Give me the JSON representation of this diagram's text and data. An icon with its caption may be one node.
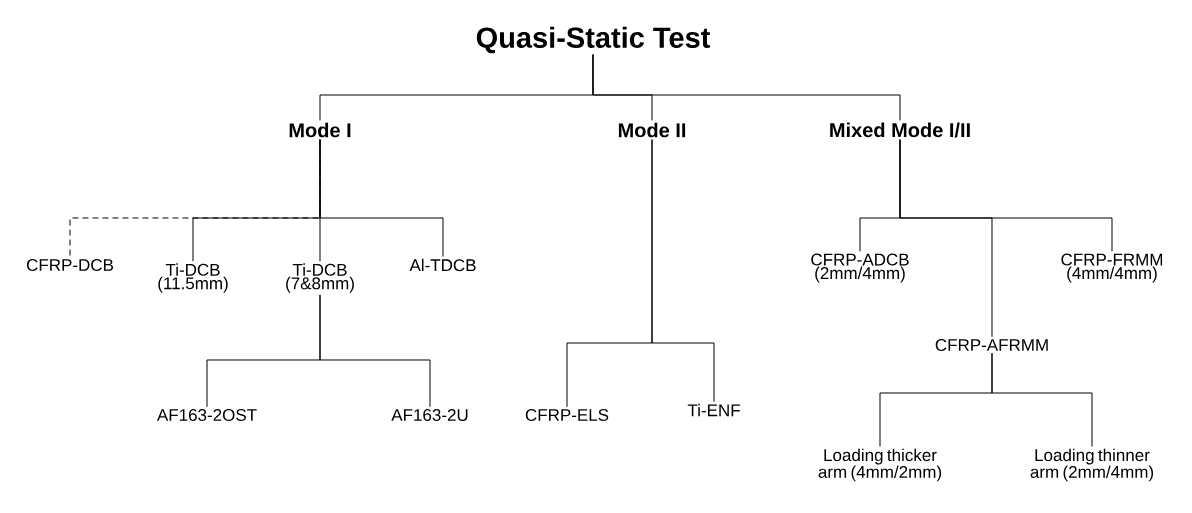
{
  "diagram": {
    "title": "Quasi-Static Test",
    "nodes": [
      {
        "text": [
          "Mode I"
        ]
      },
      {
        "text": [
          "Mode II"
        ]
      },
      {
        "text": [
          "Mixed Mode I/II"
        ]
      },
      {
        "text": [
          "CFRP-DCB"
        ]
      },
      {
        "text": [
          "Ti-DCB (11.5mm)"
        ]
      },
      {
        "text": [
          "Ti-DCB (7&8mm)"
        ]
      },
      {
        "text": [
          "Al-TDCB"
        ]
      },
      {
        "text": [
          "AF163-2OST"
        ]
      },
      {
        "text": [
          "AF163-2U"
        ]
      },
      {
        "text": [
          "CFRP-ELS"
        ]
      },
      {
        "text": [
          "Ti-ENF"
        ]
      },
      {
        "text": [
          "CFRP-ADCB (2mm/4mm)"
        ]
      },
      {
        "text": [
          "CFRP-FRMM (4mm/4mm)"
        ]
      },
      {
        "text": [
          "CFRP-AFRMM"
        ]
      },
      {
        "text": [
          "Loading thicker arm (4mm/2mm)"
        ]
      },
      {
        "text": [
          "Loading thinner arm (2mm/4mm)"
        ]
      }
    ],
    "edges": [
      {
        "from": null,
        "to": 0,
        "arrow": "none"
      },
      {
        "from": null,
        "to": 1,
        "arrow": "none"
      },
      {
        "from": null,
        "to": 2,
        "arrow": "none"
      },
      {
        "from": 0,
        "to": 3,
        "arrow": "none",
        "style": "dashed"
      },
      {
        "from": 0,
        "to": 4,
        "arrow": "none"
      },
      {
        "from": 0,
        "to": 5,
        "arrow": "none"
      },
      {
        "from": 0,
        "to": 6,
        "arrow": "none"
      },
      {
        "from": 5,
        "to": 7,
        "arrow": "none"
      },
      {
        "from": 5,
        "to": 8,
        "arrow": "none"
      },
      {
        "from": 1,
        "to": 9,
        "arrow": "none"
      },
      {
        "from": 1,
        "to": 10,
        "arrow": "none"
      },
      {
        "from": 2,
        "to": 11,
        "arrow": "none"
      },
      {
        "from": 2,
        "to": 12,
        "arrow": "none"
      },
      {
        "from": 2,
        "to": 13,
        "arrow": "none"
      },
      {
        "from": 13,
        "to": 14,
        "arrow": "none"
      },
      {
        "from": 13,
        "to": 15,
        "arrow": "none"
      }
    ]
  }
}
